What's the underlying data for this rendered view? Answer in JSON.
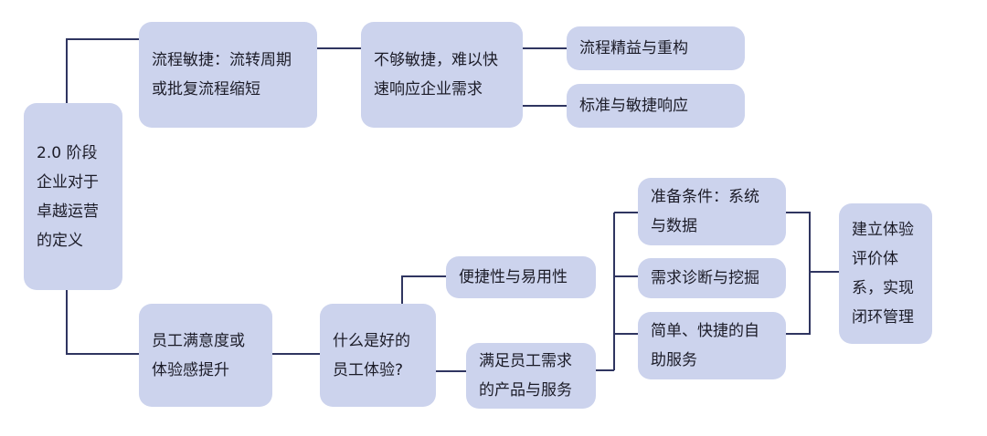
{
  "diagram": {
    "line_color": "#2f3560",
    "box_color": "#ccd3ed",
    "nodes": {
      "root": "2.0 阶段企业对于卓越运营的定义",
      "agility": "流程敏捷：流转周期或批复流程缩短",
      "not_agile": "不够敏捷，难以快速响应企业需求",
      "lean": "流程精益与重构",
      "standard": "标准与敏捷响应",
      "satisfaction": "员工满意度或体验感提升",
      "good_exp": "什么是好的员工体验?",
      "convenience": "便捷性与易用性",
      "meet_needs": "满足员工需求的产品与服务",
      "prep": "准备条件：系统与数据",
      "diagnose": "需求诊断与挖掘",
      "selfservice": "简单、快捷的自助服务",
      "eval": "建立体验评价体系，实现闭环管理"
    }
  }
}
